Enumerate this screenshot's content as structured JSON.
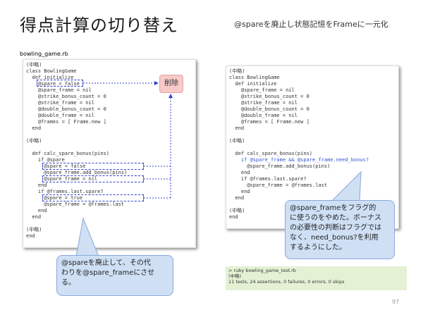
{
  "slide": {
    "title": "得点計算の切り替え",
    "subtitle": "@spareを廃止し状態記憶をFrameに一元化",
    "filename": "bowling_game.rb",
    "page_number": "97"
  },
  "left_code": [
    "(中略)",
    "class BowlingGame",
    "  def initialize",
    "    @spare = false",
    "    @spare_frame = nil",
    "    @strike_bonus_count = 0",
    "    @strike_frame = nil",
    "    @double_bonus_count = 0",
    "    @double_frame = nil",
    "    @frames = [ Frame.new ]",
    "  end",
    "",
    "(中略)",
    "",
    "  def calc_spare_bonus(pins)",
    "    if @spare",
    "      @spare = false",
    "      @spare_frame.add_bonus(pins)",
    "      @spare_frame = nil",
    "    end",
    "    if @frames.last.spare?",
    "      @spare = true",
    "      @spare_frame = @frames.last",
    "    end",
    "  end",
    "",
    "(中略)",
    "end"
  ],
  "right_code": [
    "(中略)",
    "class BowlingGame",
    "  def initialize",
    "    @spare_frame = nil",
    "    @strike_bonus_count = 0",
    "    @strike_frame = nil",
    "    @double_bonus_count = 0",
    "    @double_frame = nil",
    "    @frames = [ Frame.new ]",
    "  end",
    "",
    "(中略)",
    "",
    "  def calc_spare_bonus(pins)",
    "    if @spare_frame && @spare_frame.need_bonus?",
    "      @spare_frame.add_bonus(pins)",
    "    end",
    "    if @frames.last.spare?",
    "      @spare_frame = @frames.last",
    "    end",
    "  end",
    "",
    "(中略)",
    "end"
  ],
  "right_highlight_line": 14,
  "delete_label": "削除",
  "bubble_left": [
    "@spareを廃止して、その代",
    "わりを@spare_frameにさせ",
    "る。"
  ],
  "bubble_right": [
    "@spare_frameをフラグ的",
    "に使うのをやめた。ボーナス",
    "の必要性の判断はフラグでは",
    "なく、need_bonus?を利用",
    "するようにした。"
  ],
  "console": [
    "> ruby bowling_game_test.rb",
    "(中略)",
    "11 tests, 24 assertions, 0 failures, 0 errors, 0 skips"
  ],
  "colors": {
    "accent_blue": "#3344cc",
    "delete_bg": "#f7c9c9",
    "bubble_bg": "#cfe0f5",
    "console_bg": "#e4f1d4"
  }
}
